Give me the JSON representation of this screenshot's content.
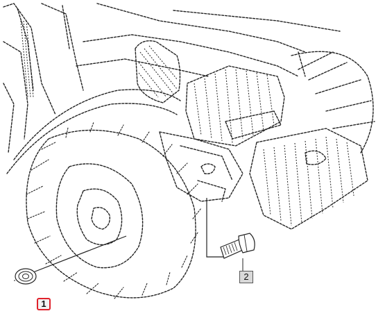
{
  "diagram": {
    "callouts": [
      {
        "id": "1",
        "label": "1",
        "highlighted": true,
        "highlight_color": "#e0212b"
      },
      {
        "id": "2",
        "label": "2",
        "highlighted": false
      }
    ]
  }
}
